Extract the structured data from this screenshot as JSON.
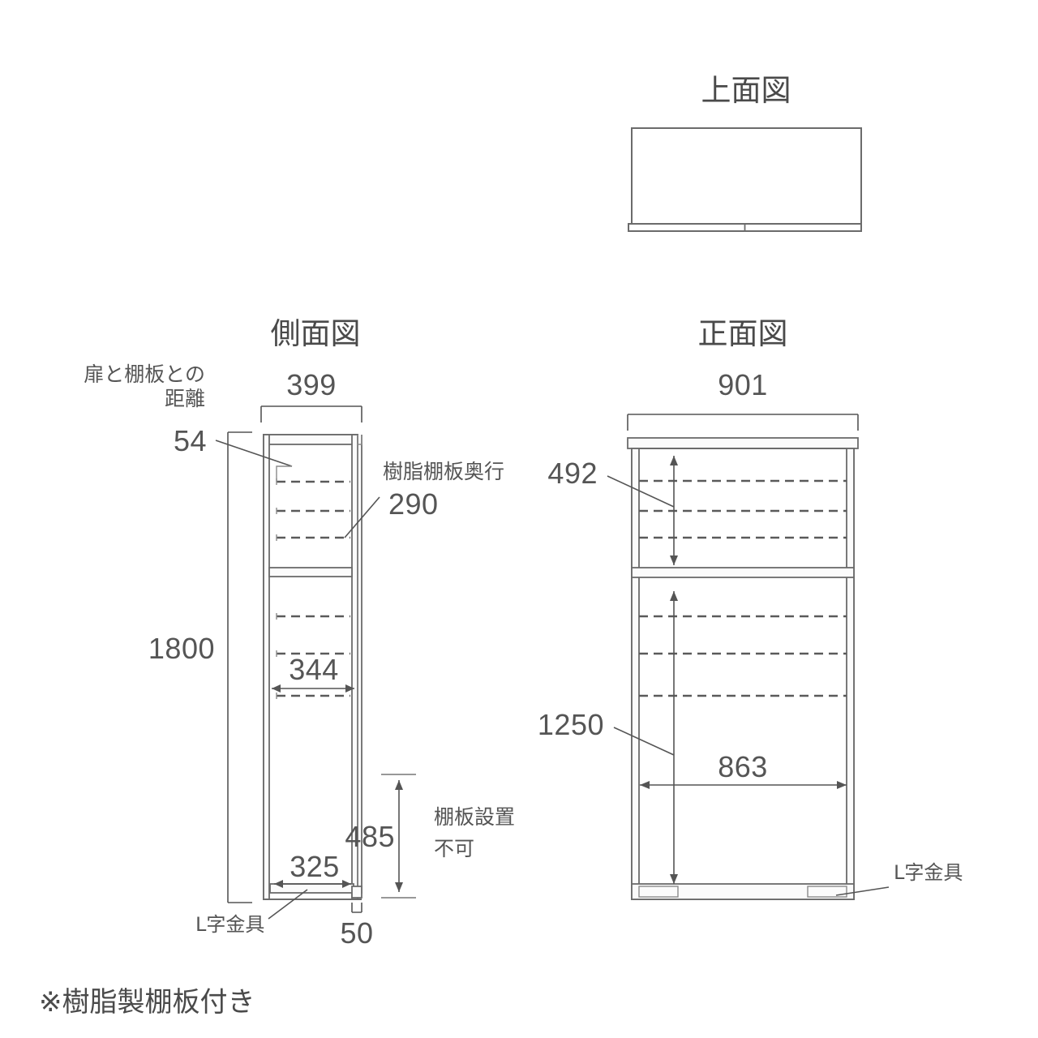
{
  "document": {
    "type": "furniture-dimension-drawing",
    "footnote": "※樹脂製棚板付き"
  },
  "views": {
    "top": {
      "title": "上面図"
    },
    "side": {
      "title": "側面図"
    },
    "front": {
      "title": "正面図"
    }
  },
  "side_view": {
    "dim_width": "399",
    "dim_height": "1800",
    "dim_shelf_width": "344",
    "dim_bottom_width": "325",
    "dim_door_gap": "54",
    "dim_foot": "50",
    "dim_no_shelf_zone": "485",
    "label_door_shelf_distance_line1": "扉と棚板との",
    "label_door_shelf_distance_line2": "距離",
    "label_resin_shelf_depth": "樹脂棚板奥行",
    "dim_resin_shelf_depth": "290",
    "label_no_shelf_line1": "棚板設置",
    "label_no_shelf_line2": "不可",
    "label_l_bracket": "L字金具"
  },
  "front_view": {
    "dim_width": "901",
    "dim_upper_section": "492",
    "dim_lower_section": "1250",
    "dim_inner_width": "863",
    "label_l_bracket": "L字金具"
  },
  "colors": {
    "line": "#6b6b6b",
    "dimension": "#555555",
    "text": "#4a4a4a",
    "background": "#ffffff"
  }
}
